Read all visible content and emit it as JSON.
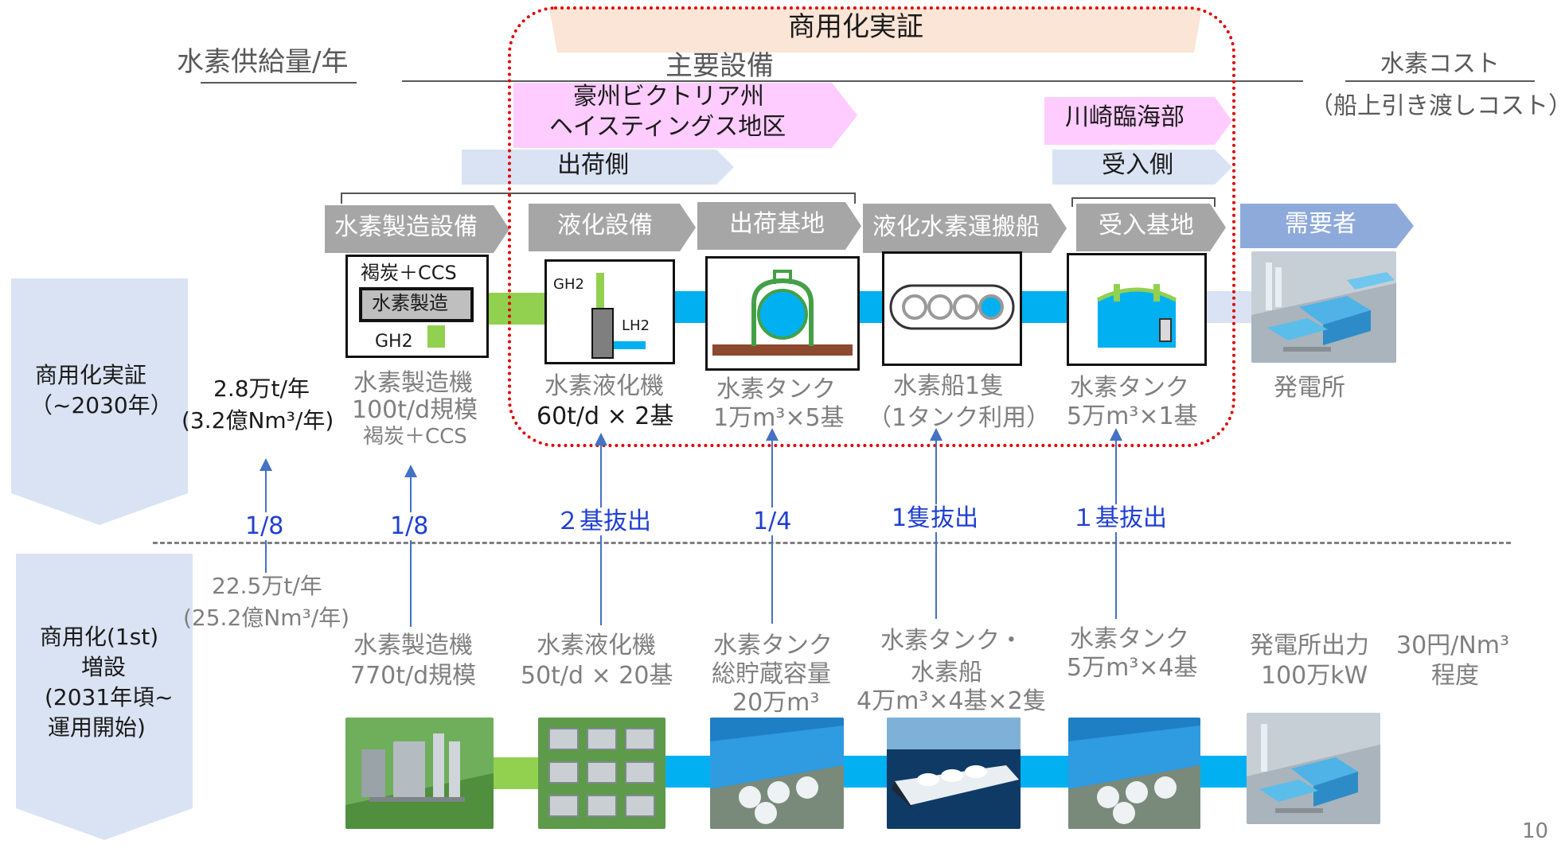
{
  "top_banner": "商用化実証",
  "header": {
    "supply": "水素供給量/年",
    "equipment": "主要設備",
    "cost": "水素コスト",
    "cost_sub": "（船上引き渡しコスト）"
  },
  "regions": {
    "origin_line1": "豪州ビクトリア州",
    "origin_line2": "ヘイスティングス地区",
    "destination": "川崎臨海部",
    "ship_side": "出荷側",
    "receive_side": "受入側"
  },
  "process_steps": [
    "水素製造設備",
    "液化設備",
    "出荷基地",
    "液化水素運搬船",
    "受入基地",
    "需要者"
  ],
  "icon_labels": {
    "production_top": "褐炭＋CCS",
    "production_center": "水素製造",
    "production_bottom": "GH2",
    "liquefaction_gh2": "GH2",
    "liquefaction_lh2": "LH2"
  },
  "stages": {
    "demo_line1": "商用化実証",
    "demo_line2": "（~2030年）",
    "commercial_line1": "商用化(1st)",
    "commercial_line2": "増設",
    "commercial_line3": "(2031年頃~",
    "commercial_line4": "運用開始)"
  },
  "demo": {
    "supply_line1": "2.8万t/年",
    "supply_line2": "(3.2億Nm³/年)",
    "production_line1": "水素製造機",
    "production_line2": "100t/d規模",
    "production_line3": "褐炭＋CCS",
    "liquefier_line1": "水素液化機",
    "liquefier_line2": "60t/d × 2基",
    "tank_line1": "水素タンク",
    "tank_line2": "1万m³×5基",
    "ship_line1": "水素船1隻",
    "ship_line2": "（1タンク利用）",
    "receive_line1": "水素タンク",
    "receive_line2": "5万m³×1基",
    "plant": "発電所"
  },
  "ratios": [
    "1/8",
    "1/8",
    "２基抜出",
    "1/4",
    "1隻抜出",
    "１基抜出"
  ],
  "commercial": {
    "supply_line1": "22.5万t/年",
    "supply_line2": "(25.2億Nm³/年)",
    "production_line1": "水素製造機",
    "production_line2": "770t/d規模",
    "liquefier_line1": "水素液化機",
    "liquefier_line2": "50t/d × 20基",
    "tank_line1": "水素タンク",
    "tank_line2": "総貯蔵容量",
    "tank_line3": "20万m³",
    "ship_line1": "水素タンク・",
    "ship_line2": "水素船",
    "ship_line3": "4万m³×4基×2隻",
    "receive_line1": "水素タンク",
    "receive_line2": "5万m³×4基",
    "plant_line1": "発電所出力",
    "plant_line2": "100万kW",
    "cost_line1": "30円/Nm³",
    "cost_line2": "程度"
  },
  "page_number": "10",
  "colors": {
    "step_gray": "#a6a6a6",
    "demand_blue": "#8eaadb",
    "region_pink": "#ffccff",
    "side_blue": "#dae3f3",
    "stage_blue": "#dae3f3",
    "banner_peach": "#fbe5d6",
    "pipe_green": "#92d050",
    "pipe_blue": "#00b0f0",
    "dotted_red": "#e00000",
    "arrow_blue": "#4472c4"
  }
}
